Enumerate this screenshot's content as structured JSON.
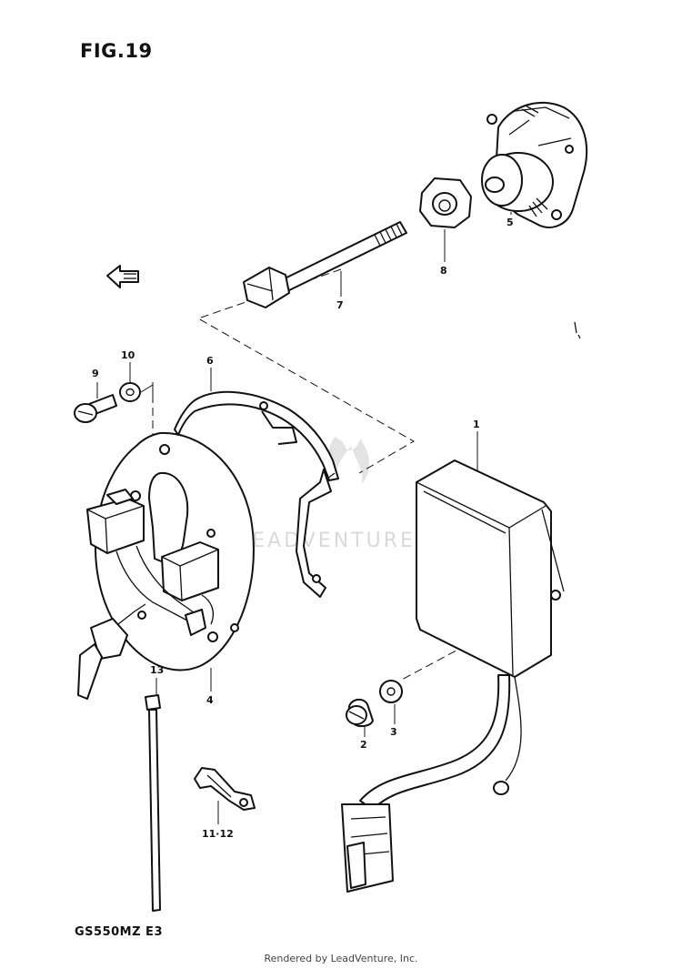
{
  "figure": {
    "title": "FIG.19",
    "model_code": "GS550MZ  E3"
  },
  "watermark": {
    "text": "LEADVENTURE"
  },
  "footer": {
    "text": "Rendered by LeadVenture, Inc."
  },
  "callouts": {
    "c1": "1",
    "c2": "2",
    "c3": "3",
    "c4": "4",
    "c5": "5",
    "c6": "6",
    "c7": "7",
    "c8": "8",
    "c9": "9",
    "c10": "10",
    "c11_12": "11·12",
    "c13": "13"
  },
  "colors": {
    "line": "#111111",
    "watermark": "#d9d9d9",
    "background": "#ffffff"
  }
}
